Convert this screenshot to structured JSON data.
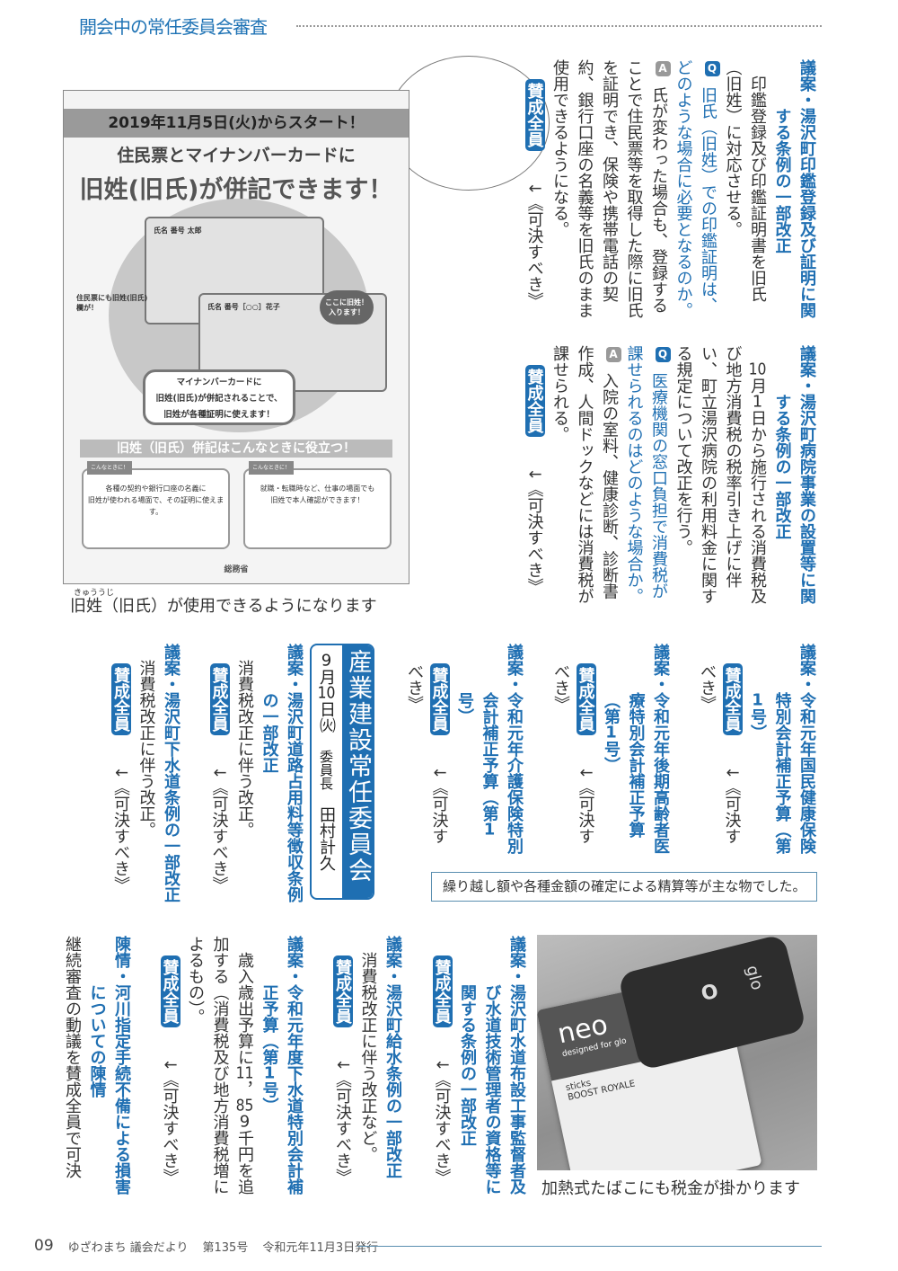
{
  "header": {
    "title": "開会中の常任委員会審査"
  },
  "colors": {
    "accent": "#1f6fb2",
    "gray_badge": "#999999"
  },
  "articles": {
    "inkan": {
      "title": "議案・湯沢町印鑑登録及び証明に関する条例の一部改正",
      "body": "印鑑登録及び印鑑証明書を旧氏（旧姓）に対応させる。",
      "q": "旧氏（旧姓）での印鑑証明は、どのような場合に必要となるのか。",
      "a": "氏が変わった場合も、登録することで住民票等を取得した際に旧氏を証明でき、保険や携帯電話の契約、銀行口座の名義等を旧氏のまま使用できるようになる。",
      "vote": "賛成全員",
      "result": "↓《可決すべき》"
    },
    "byoin": {
      "title": "議案・湯沢町病院事業の設置等に関する条例の一部改正",
      "body": "10月1日から施行される消費税及び地方消費税の税率引き上げに伴い、町立湯沢病院の利用料金に関する規定について改正を行う。",
      "q": "医療機関の窓口負担で消費税が課せられるのはどのような場合か。",
      "a": "入院の室料、健康診断、診断書作成、人間ドックなどには消費税が課せられる。",
      "vote": "賛成全員",
      "result": "↓《可決すべき》"
    },
    "kokuho": {
      "title": "議案・令和元年国民健康保険特別会計補正予算（第1号）",
      "vote": "賛成全員",
      "result": "↓《可決すべき》"
    },
    "koki": {
      "title": "議案・令和元年後期高齢者医療特別会計補正予算（第1号）",
      "vote": "賛成全員",
      "result": "↓《可決すべき》"
    },
    "kaigo": {
      "title": "議案・令和元年介護保険特別会計補正予算（第1号）",
      "vote": "賛成全員",
      "result": "↓《可決すべき》"
    },
    "doro": {
      "title": "議案・湯沢町道路占用料等徴収条例の一部改正",
      "body": "消費税改正に伴う改正。",
      "vote": "賛成全員",
      "result": "↓《可決すべき》"
    },
    "gesui": {
      "title": "議案・湯沢町下水道条例の一部改正",
      "body": "消費税改正に伴う改正。",
      "vote": "賛成全員",
      "result": "↓《可決すべき》"
    },
    "suido": {
      "title": "議案・湯沢町水道布設工事監督者及び水道技術管理者の資格等に関する条例の一部改正",
      "vote": "賛成全員",
      "result": "↓《可決すべき》"
    },
    "kyusui": {
      "title": "議案・湯沢町給水条例の一部改正",
      "body": "消費税改正に伴う改正など。",
      "vote": "賛成全員",
      "result": "↓《可決すべき》"
    },
    "gesui_hosei": {
      "title": "議案・令和元年度下水道特別会計補正予算（第1号）",
      "body": "歳入歳出予算に11，859千円を追加する（消費税及び地方消費税増によるもの）。",
      "vote": "賛成全員",
      "result": "↓《可決すべき》"
    },
    "chinjo": {
      "title": "陳情・河川指定手続不備による損害についての陳情",
      "body": "継続審査の動議を賛成全員で可決"
    }
  },
  "note": "繰り越し額や各種金額の確定による精算等が主な物でした。",
  "committee": {
    "name": "産業建設常任委員会",
    "date": "9月10日㈫",
    "chair_label": "委員長",
    "chair": "田村計久"
  },
  "poster": {
    "bar": "2019年11月5日(火)からスタート！",
    "h1": "住民票とマイナンバーカードに",
    "h2": "旧姓(旧氏)が併記できます！",
    "card1_name": "氏名 番号 太郎",
    "card2_name": "氏名 番号［○○］花子",
    "juminhyo": "住民票にも旧姓(旧氏)欄が！",
    "koko": "ここに旧姓！入ります！",
    "bubble": [
      "マイナンバーカードに",
      "旧姓(旧氏)が併記されることで、",
      "旧姓が各種証明に使えます！"
    ],
    "band": "旧姓（旧氏）併記はこんなときに役立つ！",
    "tag": "こんなときに！",
    "box1": [
      "各種の契約や銀行口座の名義に",
      "旧姓が使われる場面で、その証明に使えます。"
    ],
    "box2": [
      "就職・転職時など、仕事の場面でも",
      "旧姓で本人確認ができます！"
    ],
    "logo": "総務省"
  },
  "poster_caption": "旧姓（旧氏）が使用できるようになります",
  "poster_caption_ruby": "きゅううじ",
  "photo": {
    "pack_brand": "neo",
    "pack_sub": "designed for glo",
    "pack_line1": "sticks",
    "pack_line2": "BOOST ROYALE",
    "device": "O",
    "device_logo": "glo"
  },
  "photo_caption": "加熱式たばこにも税金が掛かります",
  "footer": {
    "page": "09",
    "publication": "ゆざわまち 議会だより",
    "issue": "第135号",
    "date": "令和元年11月3日発行"
  }
}
